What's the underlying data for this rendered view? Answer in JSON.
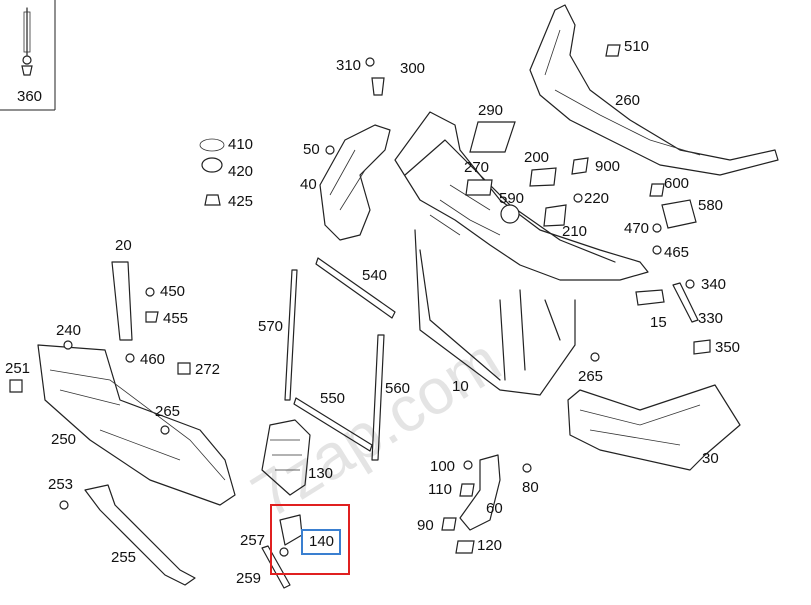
{
  "watermark": "7zap.com",
  "highlight": {
    "label": "140",
    "frame_color": "#e02020",
    "label_box_color": "#3a7fd0"
  },
  "inset_label": "360",
  "labels": {
    "l10": "10",
    "l15": "15",
    "l20": "20",
    "l30": "30",
    "l40": "40",
    "l50": "50",
    "l60": "60",
    "l80": "80",
    "l90": "90",
    "l100": "100",
    "l110": "110",
    "l120": "120",
    "l130": "130",
    "l200": "200",
    "l210": "210",
    "l220": "220",
    "l240": "240",
    "l250": "250",
    "l251": "251",
    "l253": "253",
    "l255": "255",
    "l257": "257",
    "l259": "259",
    "l260": "260",
    "l265a": "265",
    "l265b": "265",
    "l270": "270",
    "l272": "272",
    "l290": "290",
    "l300": "300",
    "l310": "310",
    "l330": "330",
    "l340": "340",
    "l350": "350",
    "l410": "410",
    "l420": "420",
    "l425": "425",
    "l450": "450",
    "l455": "455",
    "l460": "460",
    "l465": "465",
    "l470": "470",
    "l510": "510",
    "l540": "540",
    "l550": "550",
    "l560": "560",
    "l570": "570",
    "l580": "580",
    "l590": "590",
    "l600": "600",
    "l900": "900"
  }
}
